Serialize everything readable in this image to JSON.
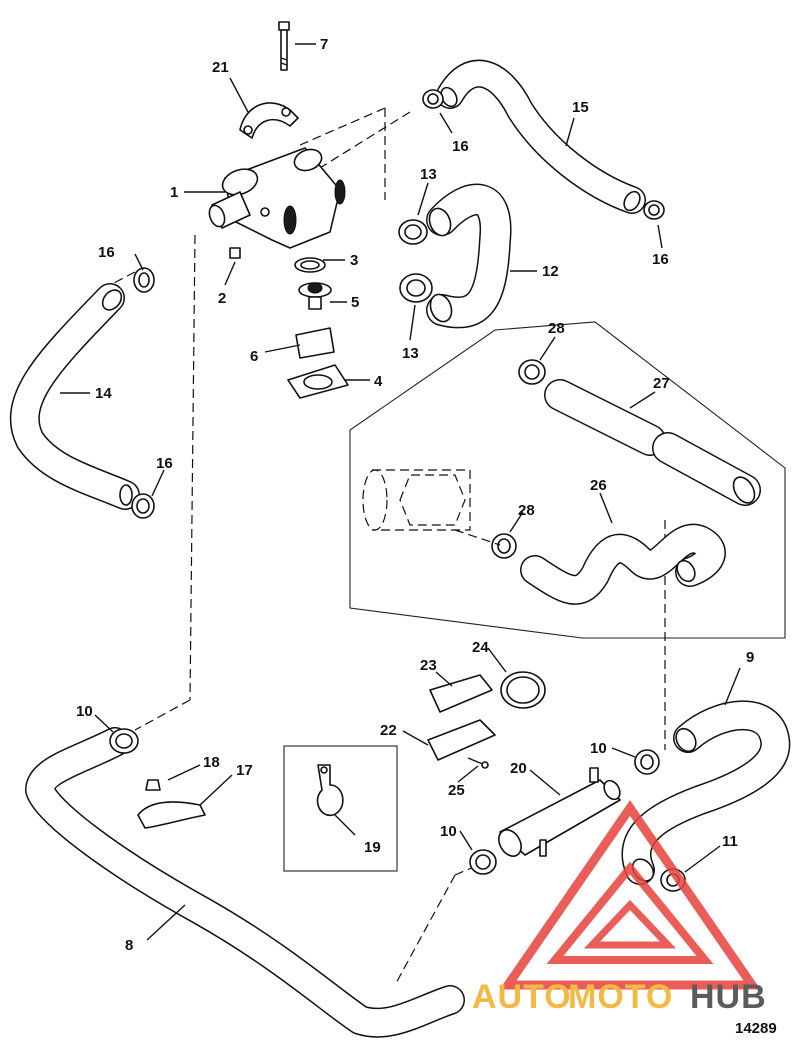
{
  "diagram": {
    "callouts": [
      "1",
      "2",
      "3",
      "4",
      "5",
      "6",
      "7",
      "8",
      "9",
      "10",
      "10",
      "10",
      "11",
      "12",
      "13",
      "13",
      "14",
      "15",
      "16",
      "16",
      "16",
      "16",
      "17",
      "18",
      "19",
      "20",
      "21",
      "22",
      "23",
      "24",
      "25",
      "26",
      "27",
      "28",
      "28"
    ],
    "figure_number": "14289"
  },
  "watermark": {
    "text_auto": "AUTO",
    "text_moto": "MOTO",
    "text_hub": "HUB",
    "color_auto": "#f4b942",
    "color_moto": "#f4b942",
    "color_hub": "#5b5b5b",
    "logo_color": "#e8413c"
  }
}
